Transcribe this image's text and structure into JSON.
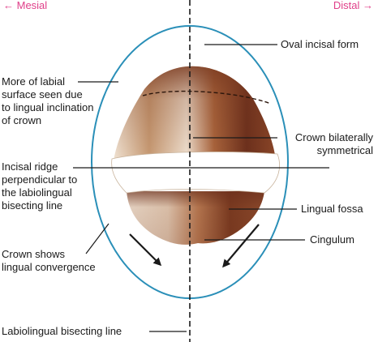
{
  "directions": {
    "mesial": "← Mesial",
    "distal": "Distal →"
  },
  "labels": {
    "oval_incisal_form": "Oval incisal form",
    "more_labial": [
      "More of labial",
      "surface seen due",
      "to lingual inclination",
      "of crown"
    ],
    "crown_symmetrical": [
      "Crown bilaterally",
      "symmetrical"
    ],
    "incisal_ridge": [
      "Incisal ridge",
      "perpendicular to",
      "the labiolingual",
      "bisecting line"
    ],
    "lingual_fossa": "Lingual fossa",
    "crown_convergence": [
      "Crown shows",
      "lingual convergence"
    ],
    "cingulum": "Cingulum",
    "bisecting_line": "Labiolingual bisecting line"
  },
  "colors": {
    "outline": "#2a8fb8",
    "direction_text": "#e0408a",
    "crown_dark": "#6b2f1c",
    "crown_mid": "#9c5a35",
    "crown_light": "#e8d2bd",
    "ridge": "#ffffff"
  }
}
